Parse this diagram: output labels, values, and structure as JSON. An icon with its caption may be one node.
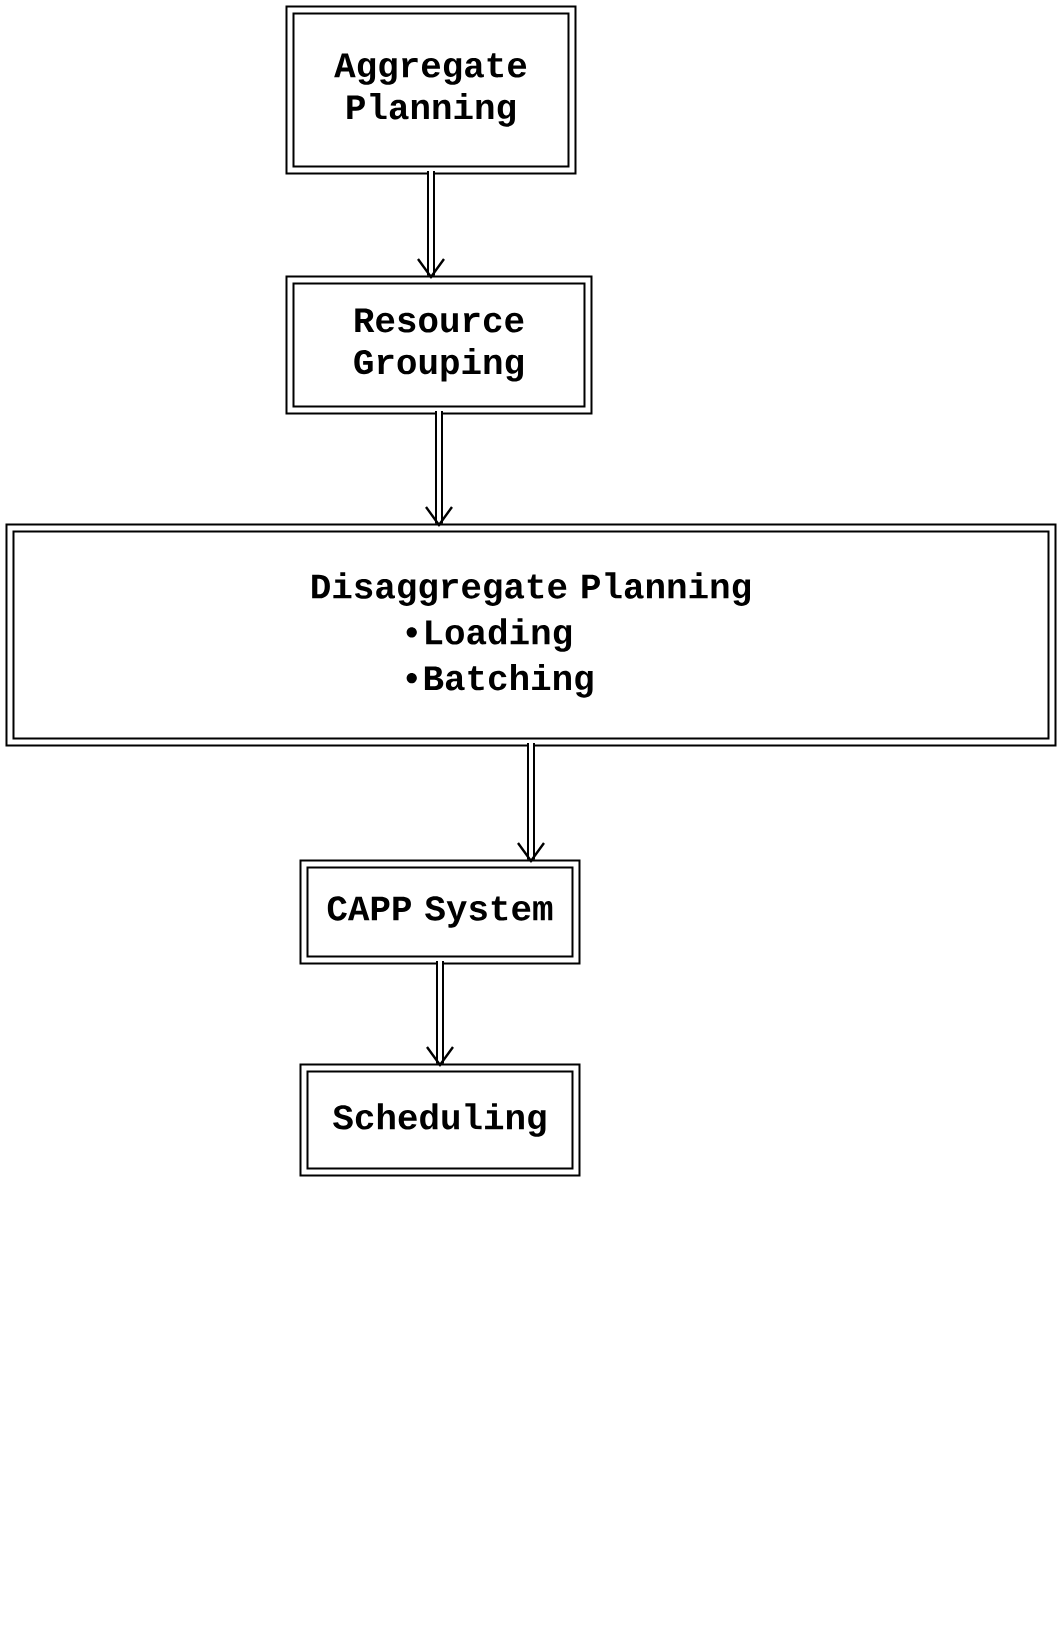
{
  "diagram": {
    "nodes": [
      {
        "text": [
          "Aggregate Planning"
        ]
      },
      {
        "text": [
          "Resource Grouping"
        ]
      },
      {
        "text": [
          "Disaggregate Planning",
          "•Loading",
          "•Batching"
        ]
      },
      {
        "text": [
          "CAPP System"
        ]
      },
      {
        "text": [
          "Scheduling"
        ]
      }
    ],
    "edges": [
      {
        "from": 0,
        "to": 1,
        "arrow": "to"
      },
      {
        "from": 1,
        "to": 2,
        "arrow": "to"
      },
      {
        "from": 2,
        "to": 3,
        "arrow": "to"
      },
      {
        "from": 3,
        "to": 4,
        "arrow": "to"
      }
    ]
  }
}
